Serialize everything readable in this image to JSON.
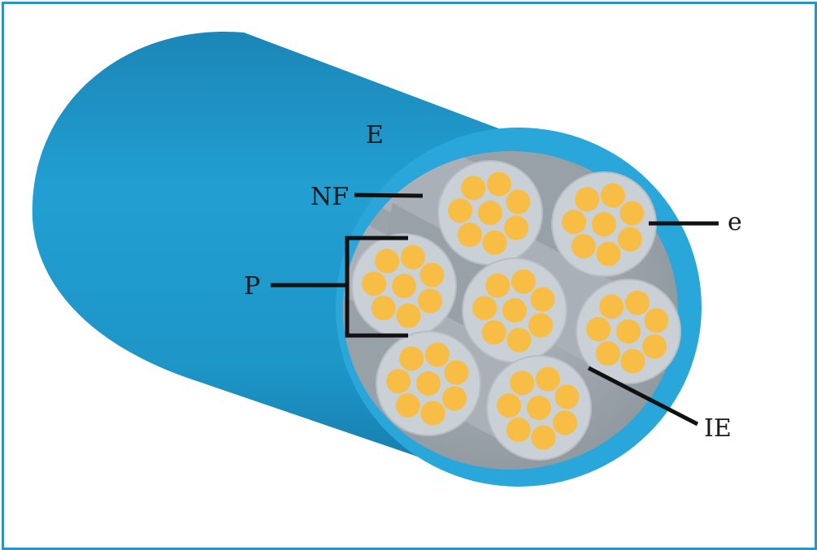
{
  "labels": {
    "epineurium": "E",
    "nerve_fiber": "NF",
    "perineurium": "P",
    "endoneurium": "e",
    "inner_epineurium": "IE"
  },
  "colors": {
    "frame": "#2c95bf",
    "outer_sheath": "#1f9acb",
    "outer_sheath_dark": "#1b7fad",
    "cut_face": "#2aa6d8",
    "core": "#a4acb4",
    "fascicle": "#c9d0d6",
    "axon": "#f7bd45",
    "leader": "#111111"
  },
  "fascicle_count": 7,
  "axons_per_fascicle": 8
}
